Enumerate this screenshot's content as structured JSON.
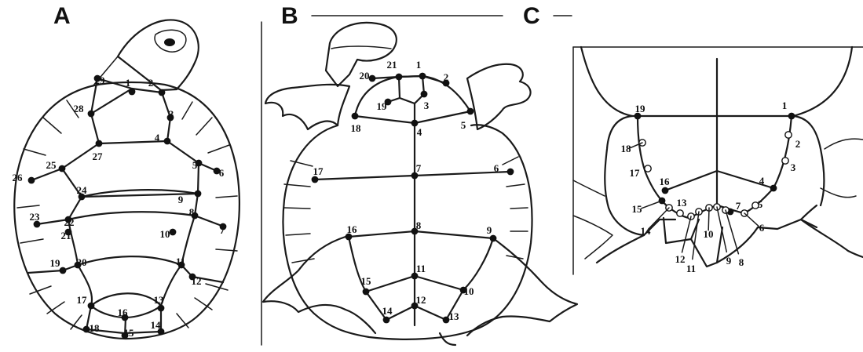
{
  "panels": {
    "a": {
      "label": "A"
    },
    "b": {
      "label": "B"
    },
    "c": {
      "label": "C"
    }
  },
  "landmarks_a": [
    "1",
    "2",
    "3",
    "4",
    "5",
    "6",
    "7",
    "8",
    "9",
    "10",
    "11",
    "12",
    "13",
    "14",
    "15",
    "16",
    "17",
    "18",
    "19",
    "20",
    "21",
    "22",
    "23",
    "24",
    "25",
    "26",
    "27",
    "28",
    "29"
  ],
  "landmarks_b": [
    "1",
    "2",
    "3",
    "4",
    "5",
    "6",
    "7",
    "8",
    "9",
    "10",
    "11",
    "12",
    "13",
    "14",
    "15",
    "16",
    "17",
    "18",
    "19",
    "20",
    "21"
  ],
  "landmarks_c": [
    "1",
    "2",
    "3",
    "4",
    "5",
    "6",
    "7",
    "8",
    "9",
    "10",
    "11",
    "12",
    "13",
    "14",
    "15",
    "16",
    "17",
    "18",
    "19"
  ],
  "landmarks_c_open": [
    "2",
    "3",
    "5",
    "6",
    "8",
    "9",
    "10",
    "11",
    "12",
    "13",
    "14",
    "17",
    "18"
  ]
}
